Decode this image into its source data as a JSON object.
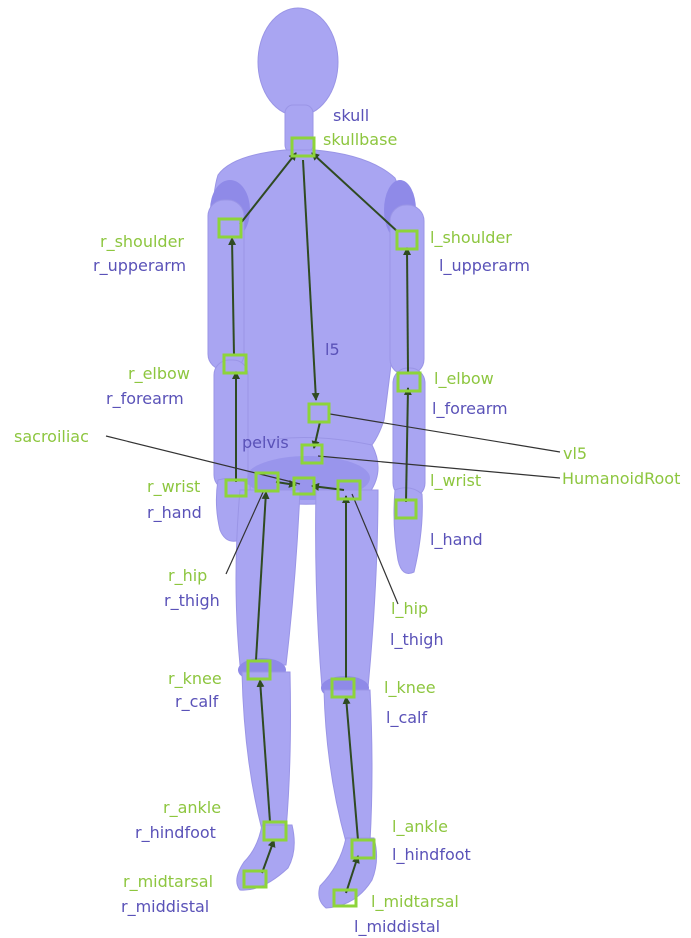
{
  "colors": {
    "joint_label": "#8dc63f",
    "segment_label": "#5a52b8",
    "body": "#a9a5f2",
    "joint_box": "#8dd43a",
    "bone_arrow": "#2f4a22"
  },
  "labels": {
    "skull": "skull",
    "skullbase": "skullbase",
    "r_shoulder": "r_shoulder",
    "r_upperarm": "r_upperarm",
    "l_shoulder": "l_shoulder",
    "l_upperarm": "l_upperarm",
    "l5": "l5",
    "r_elbow": "r_elbow",
    "r_forearm": "r_forearm",
    "l_elbow": "l_elbow",
    "l_forearm": "l_forearm",
    "sacroiliac": "sacroiliac",
    "pelvis": "pelvis",
    "vl5": "vl5",
    "HumanoidRoot": "HumanoidRoot",
    "r_wrist": "r_wrist",
    "r_hand": "r_hand",
    "l_wrist": "l_wrist",
    "l_hand": "l_hand",
    "r_hip": "r_hip",
    "r_thigh": "r_thigh",
    "l_hip": "l_hip",
    "l_thigh": "l_thigh",
    "r_knee": "r_knee",
    "r_calf": "r_calf",
    "l_knee": "l_knee",
    "l_calf": "l_calf",
    "r_ankle": "r_ankle",
    "r_hindfoot": "r_hindfoot",
    "l_ankle": "l_ankle",
    "l_hindfoot": "l_hindfoot",
    "r_midtarsal": "r_midtarsal",
    "r_middistal": "r_middistal",
    "l_midtarsal": "l_midtarsal",
    "l_middistal": "l_middistal"
  }
}
